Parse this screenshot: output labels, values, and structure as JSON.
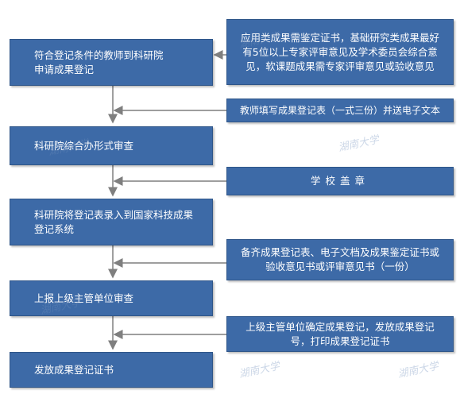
{
  "steps": [
    {
      "label": "符合登记条件的教师到科研院申请成果登记"
    },
    {
      "label": "科研院综合办形式审查"
    },
    {
      "label": "科研院将登记表录入到国家科技成果登记系统"
    },
    {
      "label": "上报上级主管单位审查"
    },
    {
      "label": "发放成果登记证书"
    }
  ],
  "notes": [
    {
      "label": "应用类成果需鉴定证书，基础研究类成果最好有5位以上专家评审意见及学术委员会综合意见，软课题成果需专家评审意见或验收意见"
    },
    {
      "label": "教师填写成果登记表（一式三份）并送电子文本"
    },
    {
      "label": "学校盖章"
    },
    {
      "label": "备齐成果登记表、电子文档及成果鉴定证书或验收意见书或评审意见书（一份）"
    },
    {
      "label": "上级主管单位确定成果登记，发放成果登记号，打印成果登记证书"
    }
  ],
  "watermark": "湖南大学",
  "colors": {
    "box": "#3d6aa7",
    "line": "#7f7f7f"
  }
}
